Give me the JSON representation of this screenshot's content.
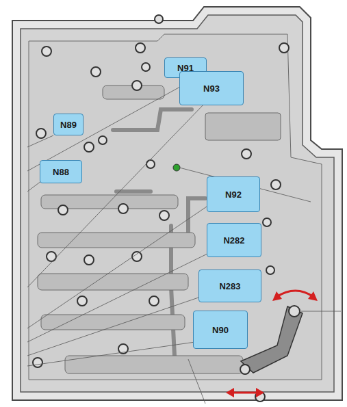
{
  "diagram": {
    "nodes": [
      {
        "text": [
          "N91"
        ]
      },
      {
        "text": [
          "N93"
        ]
      },
      {
        "text": [
          "N89"
        ]
      },
      {
        "text": [
          "N88"
        ]
      },
      {
        "text": [
          "N92"
        ]
      },
      {
        "text": [
          "N282"
        ]
      },
      {
        "text": [
          "N283"
        ]
      },
      {
        "text": [
          "N90"
        ]
      }
    ]
  }
}
